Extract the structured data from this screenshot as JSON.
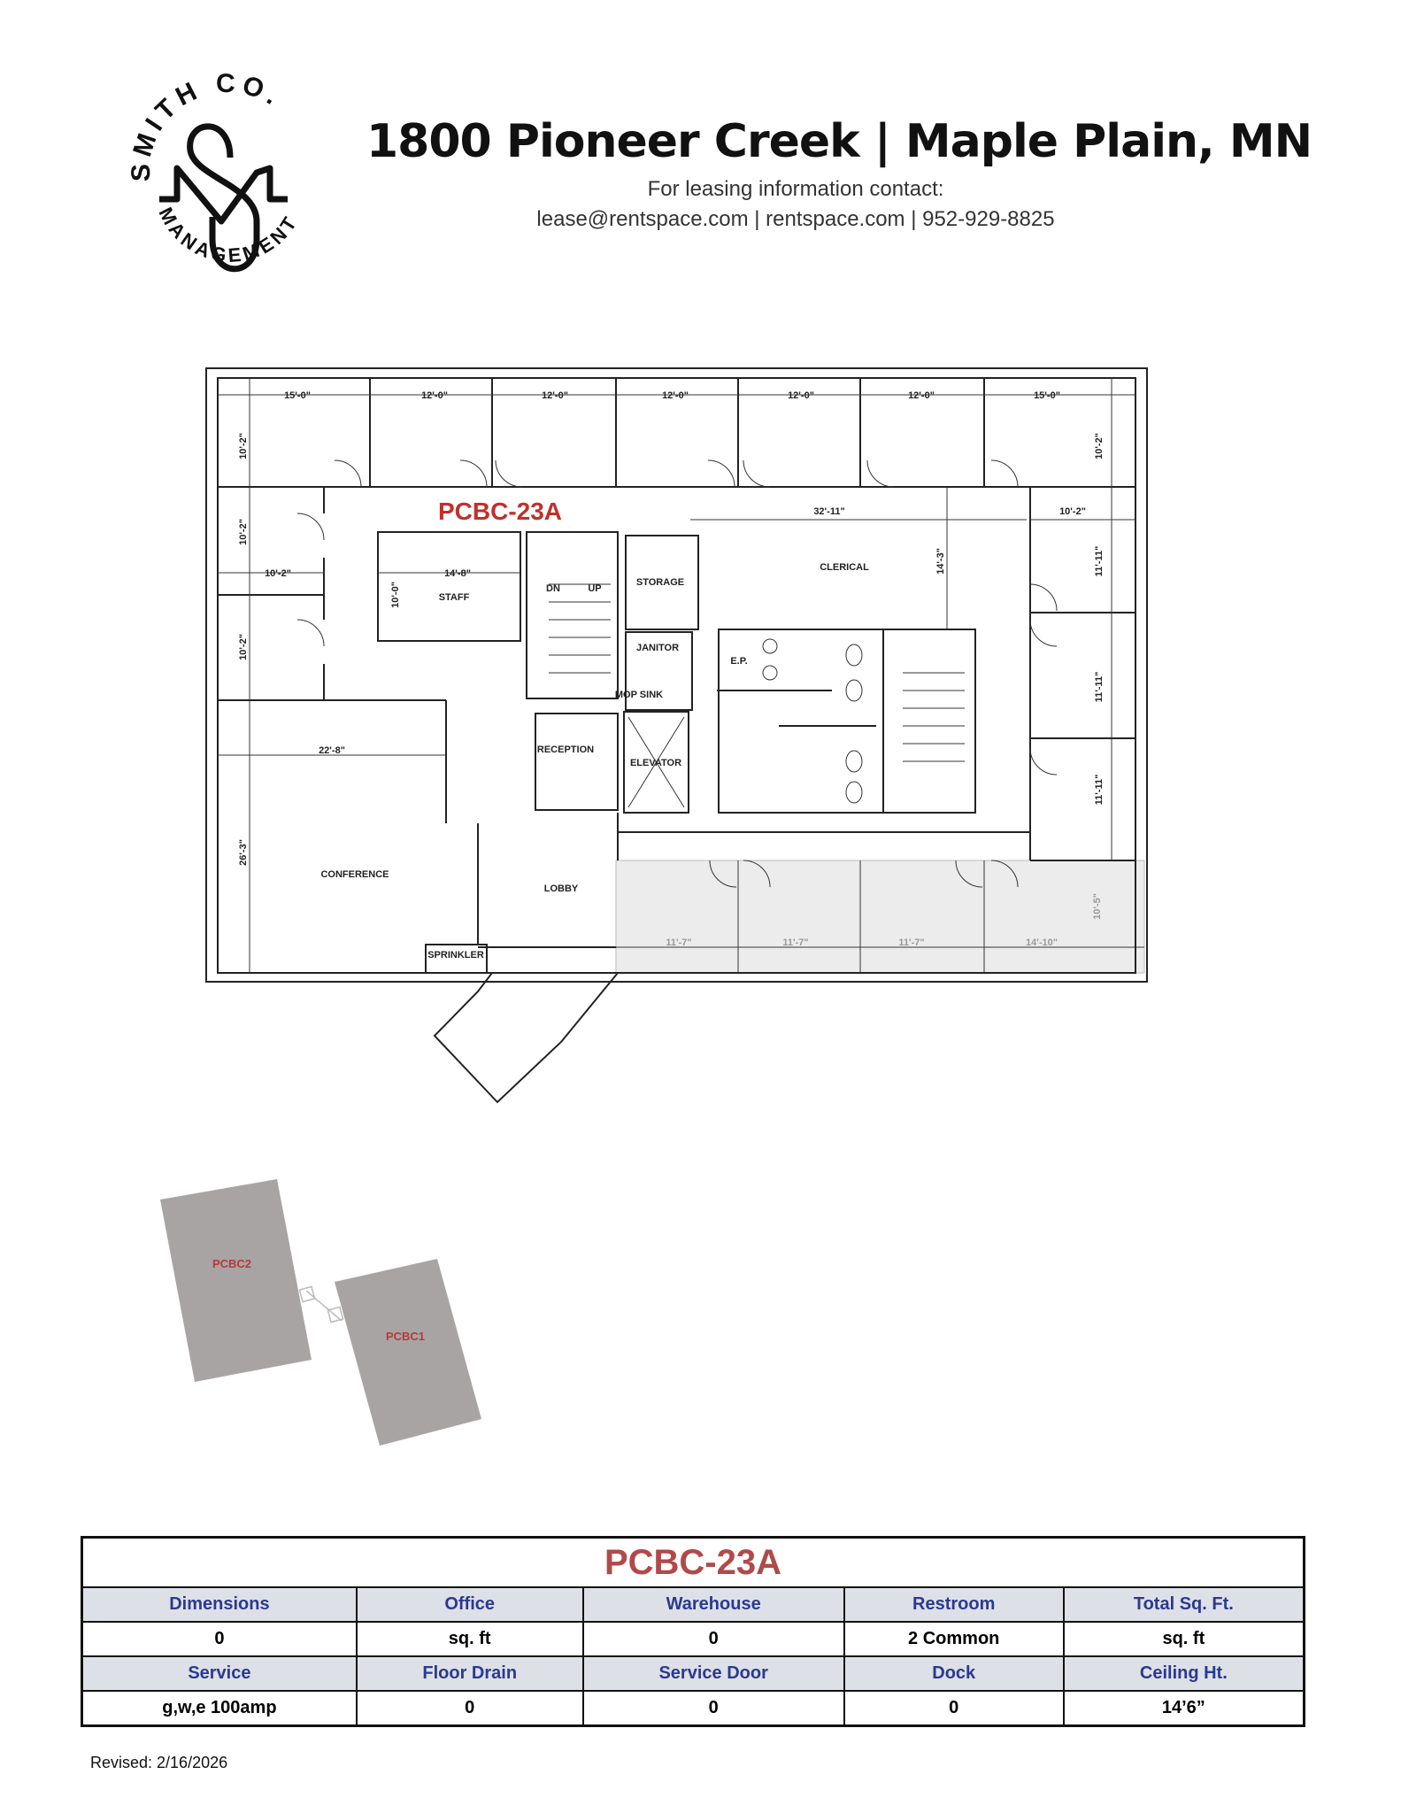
{
  "logo": {
    "top_text": "SMITH CO.",
    "bottom_text": "MANAGEMENT"
  },
  "header": {
    "title": "1800 Pioneer Creek  |  Maple Plain, MN",
    "contact_label": "For leasing information contact:",
    "contact_line": "lease@rentspace.com | rentspace.com | 952-929-8825"
  },
  "floorplan": {
    "unit_label": "PCBC-23A",
    "unit_label_color": "#c0302a",
    "rooms": {
      "staff": "STAFF",
      "clerical": "CLERICAL",
      "storage": "STORAGE",
      "janitor": "JANITOR",
      "mop_sink": "MOP SINK",
      "reception": "RECEPTION",
      "elevator": "ELEVATOR",
      "conference": "CONFERENCE",
      "lobby": "LOBBY",
      "sprinkler": "SPRINKLER",
      "ep": "E.P.",
      "dn": "DN",
      "up": "UP"
    },
    "dims": {
      "top": [
        "15'-0\"",
        "12'-0\"",
        "12'-0\"",
        "12'-0\"",
        "12'-0\"",
        "12'-0\"",
        "15'-0\""
      ],
      "left_a": "10'-2\"",
      "left_b": "10'-2\"",
      "left_c": "10'-2\"",
      "left_h": "10'-2\"",
      "right_a": "10'-2\"",
      "right_h": "10'-2\"",
      "clerical_w": "32'-11\"",
      "clerical_h": "14'-3\"",
      "staff_w": "14'-8\"",
      "staff_h": "10'-0\"",
      "right_b": "11'-11\"",
      "right_c": "11'-11\"",
      "right_d": "11'-11\"",
      "conf_w": "22'-8\"",
      "conf_h": "26'-3\"",
      "grey": [
        "11'-7\"",
        "11'-7\"",
        "11'-7\"",
        "14'-10\""
      ],
      "grey_h": "10'-5\""
    }
  },
  "site_plan": {
    "building_2": "PCBC2",
    "building_1": "PCBC1",
    "building_color": "#a9a4a4",
    "label_color": "#b23b3b"
  },
  "spec_table": {
    "title": "PCBC-23A",
    "row1_headers": [
      "Dimensions",
      "Office",
      "Warehouse",
      "Restroom",
      "Total Sq. Ft."
    ],
    "row1_values": [
      "0",
      "sq. ft",
      "0",
      "2 Common",
      "sq. ft"
    ],
    "row2_headers": [
      "Service",
      "Floor Drain",
      "Service Door",
      "Dock",
      "Ceiling Ht."
    ],
    "row2_values": [
      "g,w,e 100amp",
      "0",
      "0",
      "0",
      "14’6”"
    ]
  },
  "footer": {
    "revised": "Revised: 2/16/2026"
  }
}
